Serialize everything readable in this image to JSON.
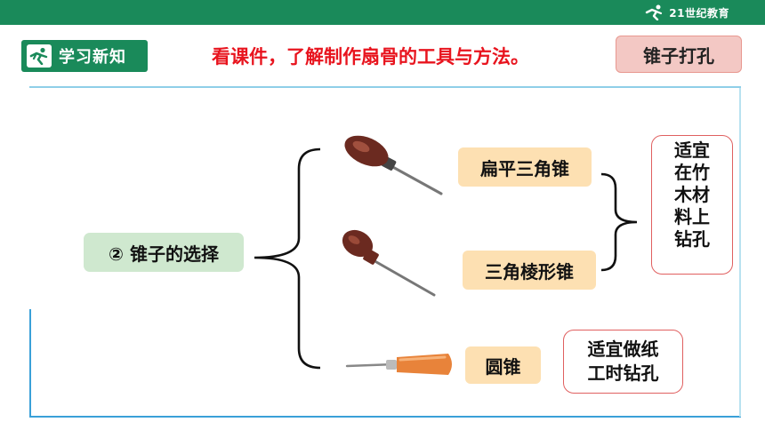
{
  "brand": {
    "text": "21世纪教育"
  },
  "section_badge": {
    "label": "学习新知",
    "icon": "runner-icon"
  },
  "instruction": "看课件，了解制作扇骨的工具与方法。",
  "topic_tag": "锥子打孔",
  "diagram": {
    "root": "② 锥子的选择",
    "branches": [
      {
        "label": "扁平三角锥",
        "tool_icon": "awl-wooden-handle-icon"
      },
      {
        "label": "三角棱形锥",
        "tool_icon": "awl-knob-handle-icon"
      },
      {
        "label": "圆锥",
        "tool_icon": "awl-orange-handle-icon"
      }
    ],
    "note_a_lines": [
      "适宜",
      "在竹",
      "木材",
      "料上",
      "钻孔"
    ],
    "note_b_lines": [
      "适宜做纸",
      "工时钻孔"
    ]
  },
  "colors": {
    "green": "#1a8a5a",
    "red_text": "#e8141e",
    "orange_box": "#fde0b2",
    "green_box": "#cfe8cf",
    "pink_tag": "#f3c8c4"
  }
}
